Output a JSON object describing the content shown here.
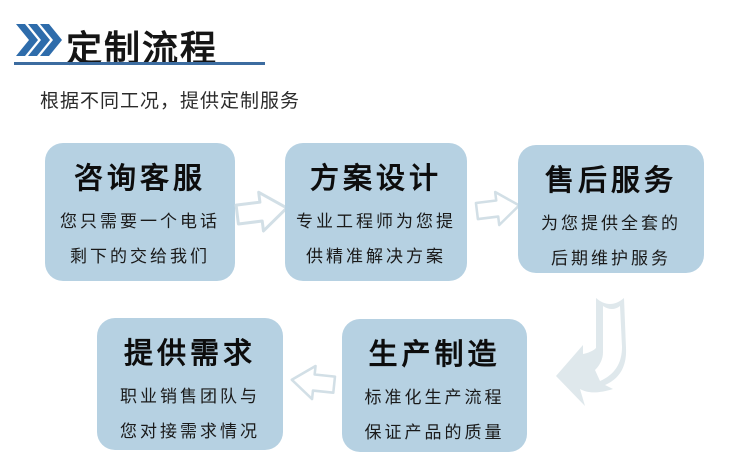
{
  "header": {
    "title": "定制流程",
    "subtitle": "根据不同工况，提供定制服务",
    "chevrons_icon": "triple-chevron-right"
  },
  "flow": {
    "steps": [
      {
        "title": "咨询客服",
        "line1": "您只需要一个电话",
        "line2": "剩下的交给我们"
      },
      {
        "title": "方案设计",
        "line1": "专业工程师为您提",
        "line2": "供精准解决方案"
      },
      {
        "title": "售后服务",
        "line1": "为您提供全套的",
        "line2": "后期维护服务"
      },
      {
        "title": "提供需求",
        "line1": "职业销售团队与",
        "line2": "您对接需求情况"
      },
      {
        "title": "生产制造",
        "line1": "标准化生产流程",
        "line2": "保证产品的质量"
      }
    ]
  },
  "colors": {
    "accent": "#2e6cab",
    "underline": "#3c6ca0",
    "box_fill": "#b6d1e2",
    "arrow_stroke": "#d2dfe6",
    "ribbon_fill": "#dfe8ec"
  }
}
